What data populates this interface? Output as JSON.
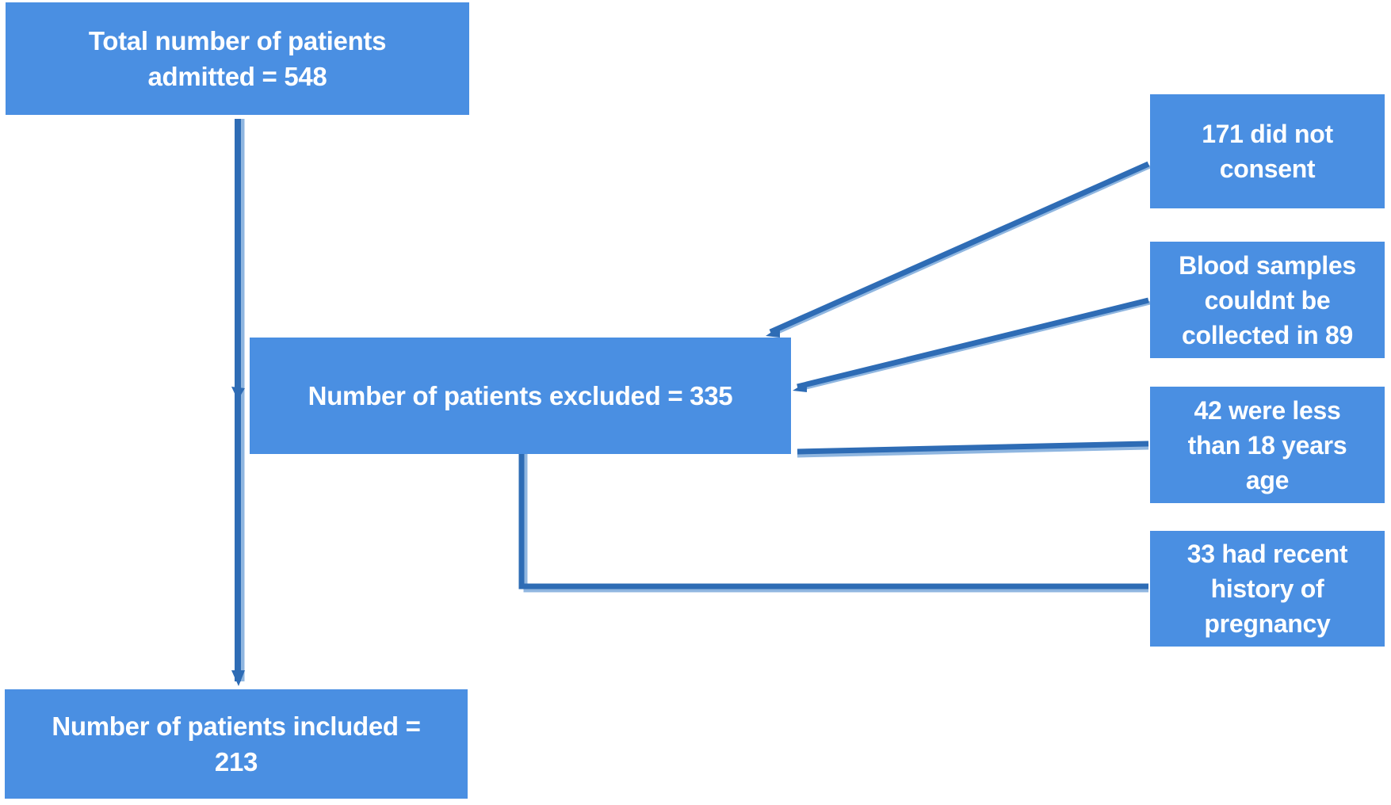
{
  "title": "Patient inclusion flow diagram",
  "colors": {
    "box": "#4a8fe2",
    "line_dark": "#2e6cb5",
    "line_light": "#8fb6e0",
    "text": "#ffffff"
  },
  "nodes": {
    "admitted": {
      "lines": [
        "Total number of patients",
        "admitted = 548"
      ],
      "value": 548
    },
    "excluded": {
      "lines": [
        "Number of patients excluded = 335"
      ],
      "value": 335
    },
    "no_consent": {
      "lines": [
        "171 did not",
        "consent"
      ],
      "value": 171
    },
    "blood_samples": {
      "lines": [
        "Blood samples",
        "couldnt be",
        "collected in 89"
      ],
      "value": 89
    },
    "under_18": {
      "lines": [
        "42 were less",
        "than 18 years",
        "age"
      ],
      "value": 42
    },
    "pregnancy": {
      "lines": [
        "33 had recent",
        "history of",
        "pregnancy"
      ],
      "value": 33
    },
    "included": {
      "lines": [
        "Number of patients included =",
        "213"
      ],
      "value": 213
    }
  }
}
